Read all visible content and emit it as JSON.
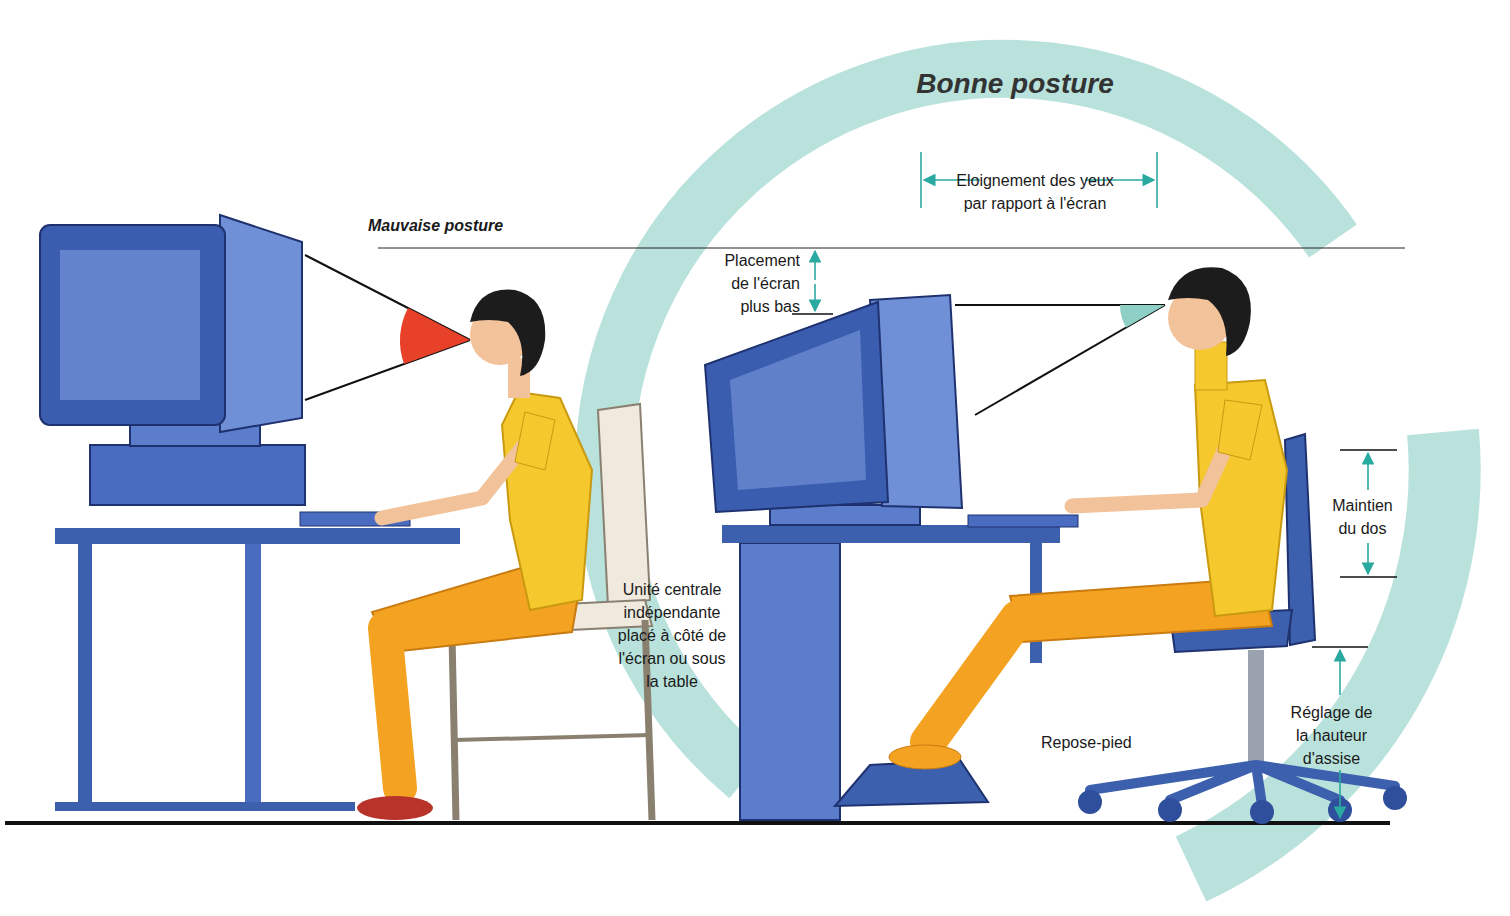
{
  "diagram": {
    "labels": [
      "Bonne posture",
      "Mauvaise posture",
      "Eloignement des yeux par rapport à l'écran",
      "Placement de l'écran plus bas",
      "Maintien du dos",
      "Unité centrale indépendante placé à côté de l'écran ou sous la table",
      "Repose-pied",
      "Réglage de la hauteur d'assise"
    ]
  }
}
